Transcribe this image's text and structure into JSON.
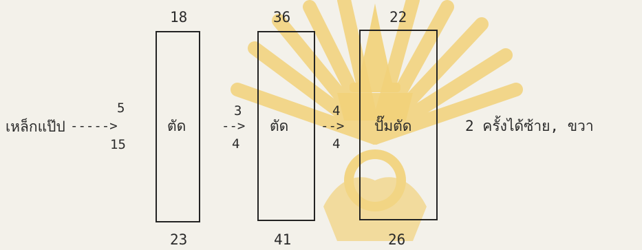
{
  "watermark": {
    "name": "chulalongkorn-university-seal",
    "color": "#f2d27a"
  },
  "source_label": "เหล็กแป๊ป",
  "source_arrow": "----->",
  "source_top": "5",
  "source_bottom": "15",
  "stations": [
    {
      "label": "ตัด",
      "top_num": "18",
      "bottom_num": "23"
    },
    {
      "label": "ตัด",
      "top_num": "36",
      "bottom_num": "41"
    },
    {
      "label": "ปั๊มตัด",
      "top_num": "22",
      "bottom_num": "26"
    }
  ],
  "links": [
    {
      "arrow": "-->",
      "top": "3",
      "bottom": "4"
    },
    {
      "arrow": "-->",
      "top": "4",
      "bottom": "4"
    }
  ],
  "note": "2 ครั้งได้ซ้าย, ขวา"
}
